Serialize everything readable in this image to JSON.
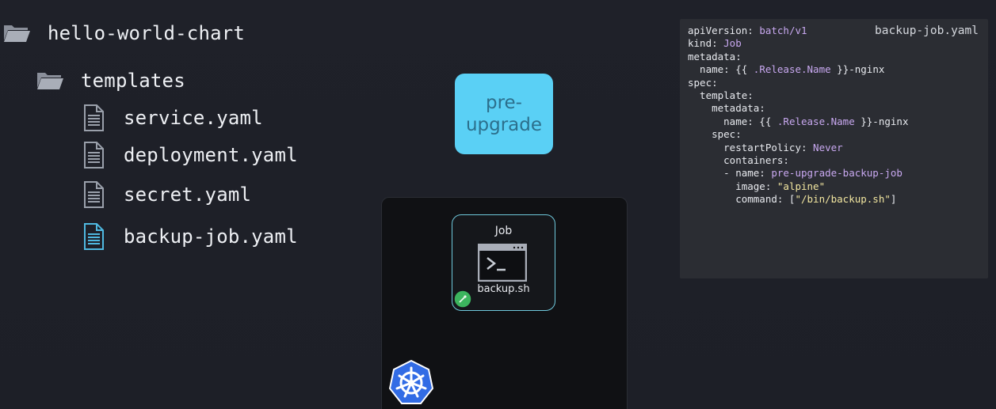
{
  "tree": {
    "root": {
      "label": "hello-world-chart",
      "icon": "folder-open-icon"
    },
    "folder": {
      "label": "templates",
      "icon": "folder-open-icon"
    },
    "files": [
      {
        "label": "service.yaml",
        "icon": "file-icon",
        "highlighted": false
      },
      {
        "label": "deployment.yaml",
        "icon": "file-icon",
        "highlighted": false
      },
      {
        "label": "secret.yaml",
        "icon": "file-icon",
        "highlighted": false
      },
      {
        "label": "backup-job.yaml",
        "icon": "file-icon",
        "highlighted": true
      }
    ]
  },
  "hook": {
    "label": "pre-\nupgrade",
    "color": "#5ad0f5"
  },
  "cluster": {
    "job_title": "Job",
    "job_script": "backup.sh",
    "terminal_icon": "terminal-icon",
    "status_icon": "status-running-icon",
    "logo_icon": "kubernetes-logo-icon",
    "job_border_color": "#6fc9dc",
    "status_color": "#3cb55e",
    "logo_color": "#326ce5"
  },
  "code": {
    "filename": "backup-job.yaml",
    "lines": [
      [
        {
          "t": "k",
          "v": "apiVersion: "
        },
        {
          "t": "v",
          "v": "batch/v1"
        }
      ],
      [
        {
          "t": "k",
          "v": "kind: "
        },
        {
          "t": "v",
          "v": "Job"
        }
      ],
      [
        {
          "t": "k",
          "v": "metadata:"
        }
      ],
      [
        {
          "t": "k",
          "v": "  name: {{ "
        },
        {
          "t": "v",
          "v": ".Release.Name"
        },
        {
          "t": "k",
          "v": " }}-nginx"
        }
      ],
      [
        {
          "t": "k",
          "v": "spec:"
        }
      ],
      [
        {
          "t": "k",
          "v": "  template:"
        }
      ],
      [
        {
          "t": "k",
          "v": "    metadata:"
        }
      ],
      [
        {
          "t": "k",
          "v": "      name: {{ "
        },
        {
          "t": "v",
          "v": ".Release.Name"
        },
        {
          "t": "k",
          "v": " }}-nginx"
        }
      ],
      [
        {
          "t": "k",
          "v": "    spec:"
        }
      ],
      [
        {
          "t": "k",
          "v": "      restartPolicy: "
        },
        {
          "t": "v",
          "v": "Never"
        }
      ],
      [
        {
          "t": "k",
          "v": "      containers:"
        }
      ],
      [
        {
          "t": "k",
          "v": "      - name: "
        },
        {
          "t": "v",
          "v": "pre-upgrade-backup-job"
        }
      ],
      [
        {
          "t": "k",
          "v": "        image: "
        },
        {
          "t": "s",
          "v": "\"alpine\""
        }
      ],
      [
        {
          "t": "k",
          "v": "        command: ["
        },
        {
          "t": "s",
          "v": "\"/bin/backup.sh\""
        },
        {
          "t": "k",
          "v": "]"
        }
      ]
    ]
  },
  "colors": {
    "background": "#1e2029",
    "code_panel": "#2b2d33",
    "yaml_value": "#c8a8f0",
    "yaml_string": "#f2e6a0",
    "file_highlight": "#4fb8e0"
  }
}
